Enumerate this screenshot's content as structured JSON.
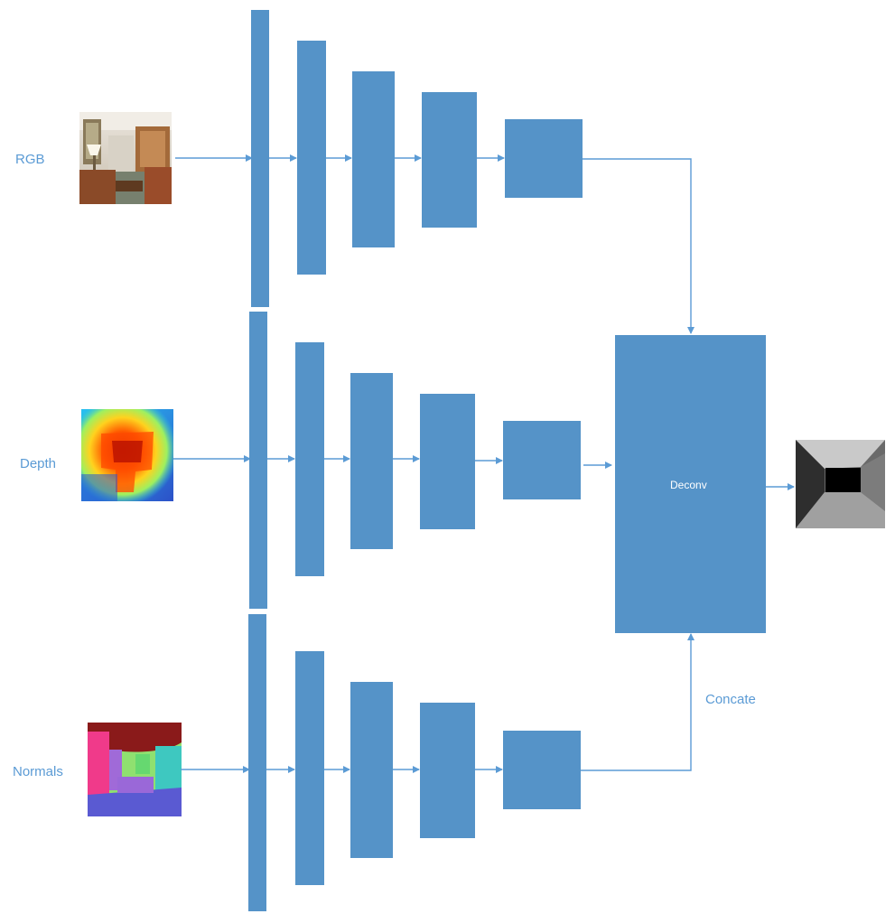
{
  "labels": {
    "rgb": "RGB",
    "depth": "Depth",
    "normals": "Normals",
    "deconv": "Deconv",
    "concate": "Concate"
  },
  "colors": {
    "layer": "#5593c8",
    "arrow": "#5b9bd5",
    "label": "#5b9bd5"
  },
  "images": {
    "rgb": "rgb-room-thumbnail",
    "depth": "depth-heatmap-thumbnail",
    "normals": "normals-map-thumbnail",
    "output": "layout-output-thumbnail"
  }
}
